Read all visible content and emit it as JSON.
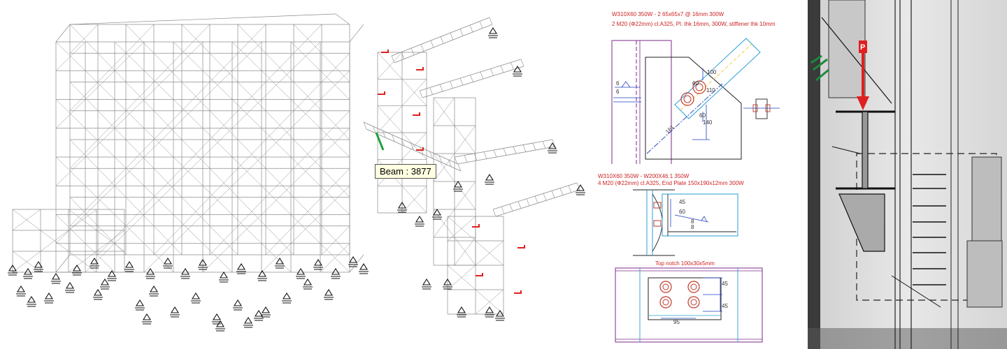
{
  "model": {
    "tooltip": "Beam : 3877"
  },
  "connection1": {
    "line1": "W310X60 350W - 2 65x65x7 @ 16mm 300W",
    "line2": "2 M20 (Φ22mm) cl.A325, Pl. thk 16mm,  300W, stiffener thk 10mm",
    "dim_100": "100",
    "dim_60a": "60",
    "dim_60b": "60",
    "dim_140": "140",
    "dim_161": "161",
    "dim_110": "110",
    "weld_top": "6",
    "weld_bottom": "6"
  },
  "connection2": {
    "line1": "W310X60 350W - W200X46.1 350W",
    "line2": "4 M20 (Φ22mm) cl.A325, End Plate 150x190x12mm 300W",
    "dim_45": "45",
    "dim_60": "60",
    "weld_top": "8",
    "weld_bottom": "8"
  },
  "connection3": {
    "title": "Top notch 100x30x5mm",
    "dim_45a": "45",
    "dim_45b": "45",
    "dim_95": "95"
  },
  "photo": {
    "load_label": "P"
  },
  "colors": {
    "frame": "#8c8c8c",
    "support": "#111111",
    "marker": "#e02020",
    "plate": "#7b2a8a",
    "bolt": "#c0392b",
    "dim": "#1f3fbf"
  }
}
